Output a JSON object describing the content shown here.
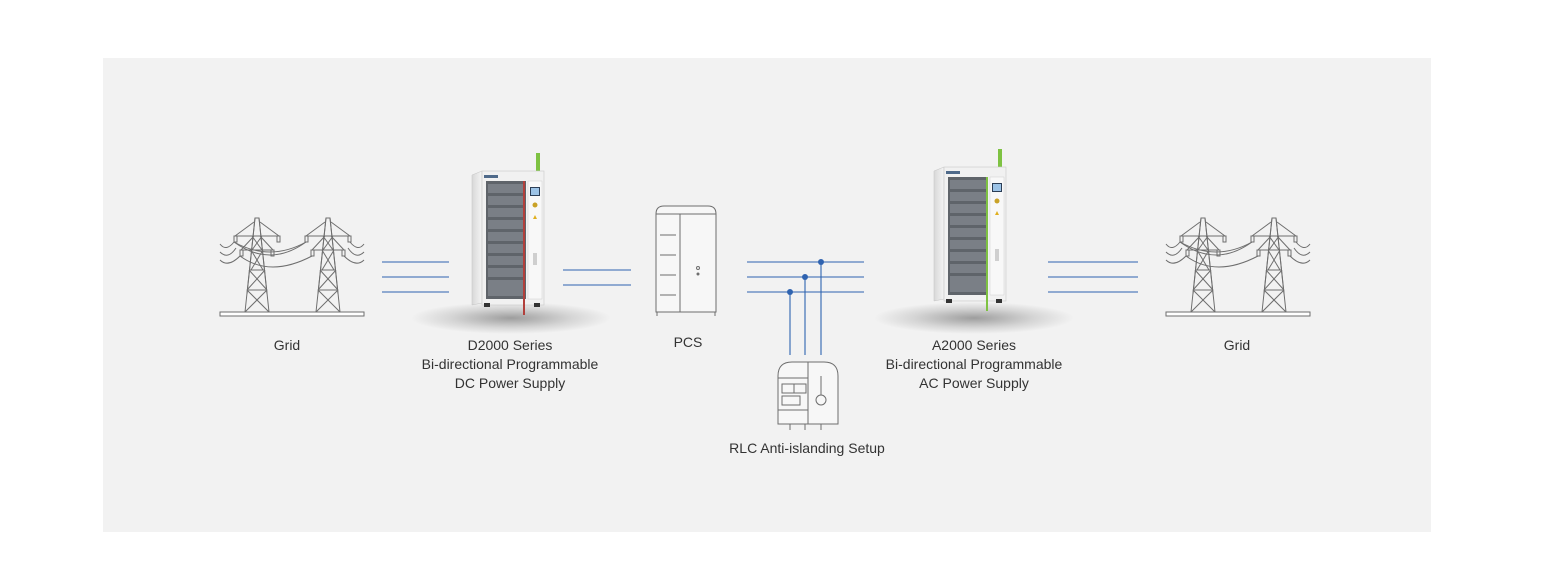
{
  "colors": {
    "background": "#f2f2f2",
    "line_blue": "#2f63b0",
    "outline_gray": "#6e6e6e",
    "cabinet_white": "#ececec",
    "module_dark": "#6b6f75",
    "accent_green": "#7ec242",
    "accent_red": "#b2403c"
  },
  "nodes": {
    "grid_left": {
      "label": "Grid"
    },
    "dc_supply": {
      "line1": "D2000 Series",
      "line2": "Bi-directional Programmable",
      "line3": "DC Power Supply"
    },
    "pcs": {
      "label": "PCS"
    },
    "rlc": {
      "label": "RLC Anti-islanding Setup"
    },
    "ac_supply": {
      "line1": "A2000 Series",
      "line2": "Bi-directional Programmable",
      "line3": "AC Power Supply"
    },
    "grid_right": {
      "label": "Grid"
    }
  },
  "icons": [
    "transmission-tower-icon",
    "dc-cabinet-icon",
    "pcs-cabinet-icon",
    "rlc-load-icon",
    "ac-cabinet-icon"
  ]
}
